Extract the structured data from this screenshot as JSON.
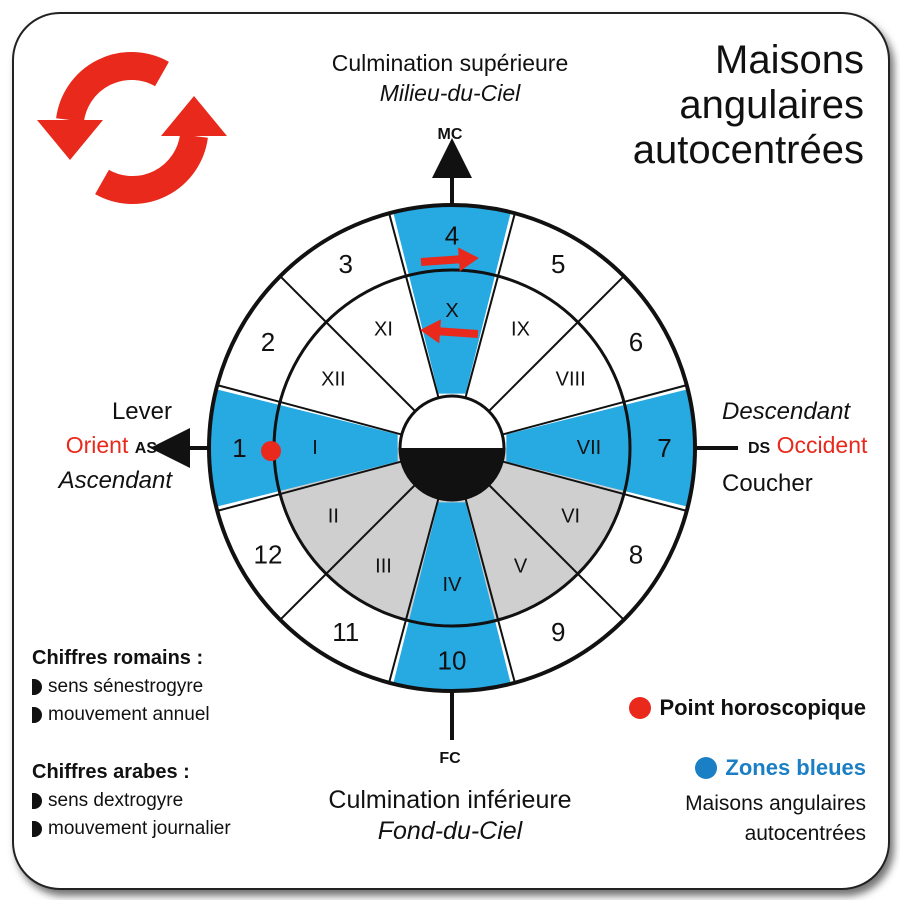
{
  "title": [
    "Maisons",
    "angulaires",
    "autocentrées"
  ],
  "axes": {
    "top": {
      "abbr": "MC",
      "line1": "Culmination supérieure",
      "line2": "Milieu-du-Ciel"
    },
    "bottom": {
      "abbr": "FC",
      "line1": "Culmination inférieure",
      "line2": "Fond-du-Ciel"
    },
    "left": {
      "abbr": "AS",
      "word": "Orient",
      "above": "Lever",
      "below": "Ascendant"
    },
    "right": {
      "abbr": "DS",
      "word": "Occident",
      "above": "Descendant",
      "below": "Coucher"
    }
  },
  "outer_houses": [
    "1",
    "2",
    "3",
    "4",
    "5",
    "6",
    "7",
    "8",
    "9",
    "10",
    "11",
    "12"
  ],
  "inner_houses": [
    "I",
    "II",
    "III",
    "IV",
    "V",
    "VI",
    "VII",
    "VIII",
    "IX",
    "X",
    "XI",
    "XII"
  ],
  "legend": {
    "roman_title": "Chiffres romains :",
    "roman_items": [
      "sens sénestrogyre",
      "mouvement annuel"
    ],
    "arabic_title": "Chiffres arabes :",
    "arabic_items": [
      "sens dextrogyre",
      "mouvement journalier"
    ],
    "point_label": "Point horoscopique",
    "blue_title": "Zones bleues",
    "blue_lines": [
      "Maisons angulaires",
      "autocentrées"
    ]
  },
  "colors": {
    "blue": "#27a9e1",
    "grey": "#cfcfcf",
    "red": "#e8291c",
    "icon_red": "#e8291c",
    "legend_blue": "#1a7fc4"
  },
  "icons": [
    "refresh-cycle-icon",
    "arrow-right-icon",
    "arrow-left-icon",
    "half-disc-icon",
    "red-dot-icon",
    "blue-dot-icon"
  ]
}
